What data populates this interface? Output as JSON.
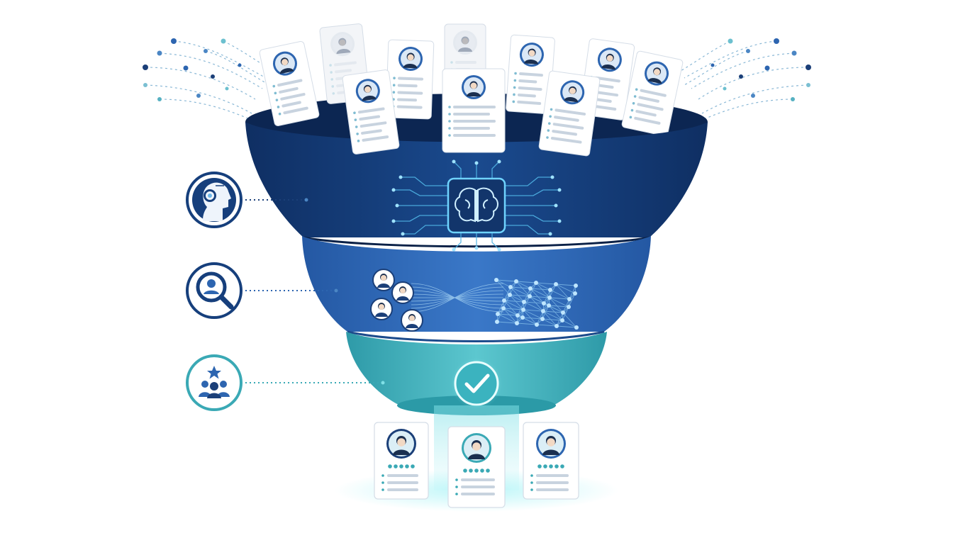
{
  "diagram": {
    "type": "recruitment-funnel",
    "stages": [
      {
        "id": "ai-screening",
        "icon": "ai-head-icon",
        "center_icon": "brain-chip-icon",
        "color": "#163f7c"
      },
      {
        "id": "candidate-matching",
        "icon": "magnifier-person-icon",
        "center_icon": "network-icon",
        "color": "#2d65b0"
      },
      {
        "id": "selection",
        "icon": "team-star-icon",
        "center_icon": "checkmark-icon",
        "color": "#3aa9b5"
      }
    ],
    "incoming_resumes": 11,
    "shortlisted_candidates": 3
  },
  "colors": {
    "navy": "#163f7c",
    "blue": "#2d65b0",
    "teal": "#3aa9b5",
    "glow": "#7fe0e6"
  }
}
